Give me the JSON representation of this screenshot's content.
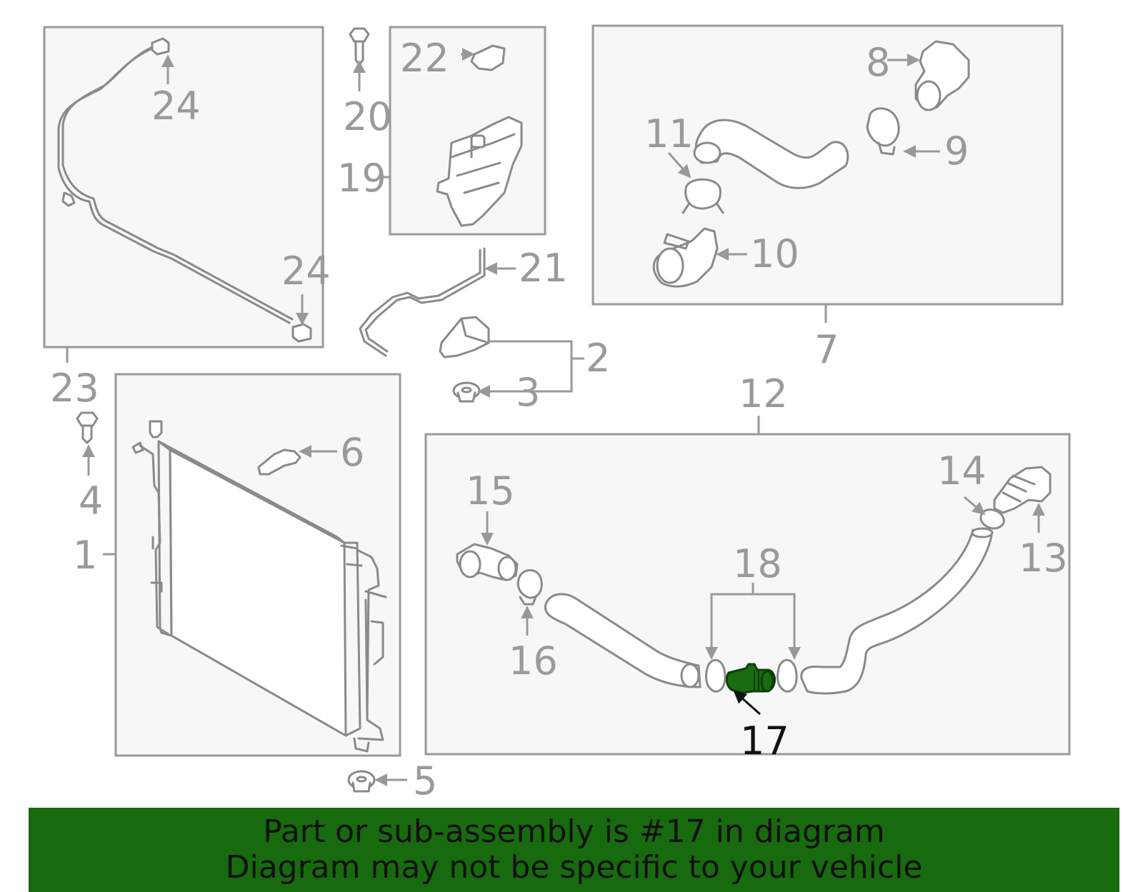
{
  "diagram": {
    "callouts": [
      "1",
      "2",
      "3",
      "4",
      "5",
      "6",
      "7",
      "8",
      "9",
      "10",
      "11",
      "12",
      "13",
      "14",
      "15",
      "16",
      "17",
      "18",
      "19",
      "20",
      "21",
      "22",
      "23",
      "24",
      "24"
    ],
    "highlighted_callout": "17",
    "colors": {
      "highlight": "#1a6b12",
      "banner": "#186a0e",
      "line": "#999999",
      "box": "#f7f7f7"
    }
  },
  "banner": {
    "line1": "Part or sub-assembly is #17 in diagram",
    "line2": "Diagram may not be specific to your vehicle"
  }
}
